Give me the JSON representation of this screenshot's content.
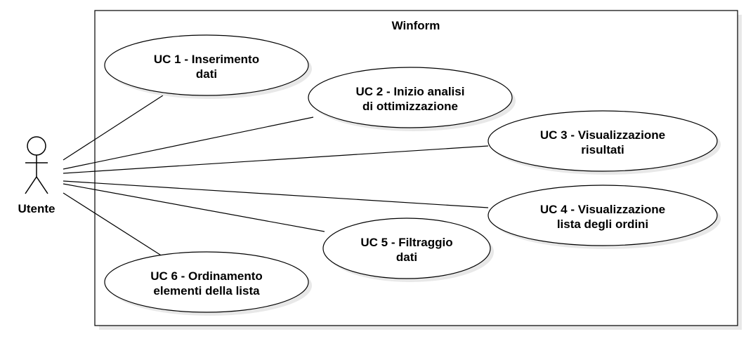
{
  "system": {
    "title": "Winform"
  },
  "actor": {
    "name": "Utente"
  },
  "use_cases": [
    {
      "id": "uc1",
      "lines": [
        "UC 1 - Inserimento",
        "dati"
      ]
    },
    {
      "id": "uc2",
      "lines": [
        "UC 2 - Inizio analisi",
        "di ottimizzazione"
      ]
    },
    {
      "id": "uc3",
      "lines": [
        "UC 3 - Visualizzazione",
        "risultati"
      ]
    },
    {
      "id": "uc4",
      "lines": [
        "UC 4 - Visualizzazione",
        "lista degli ordini"
      ]
    },
    {
      "id": "uc5",
      "lines": [
        "UC 5 - Filtraggio",
        "dati"
      ]
    },
    {
      "id": "uc6",
      "lines": [
        "UC 6 - Ordinamento",
        "elementi della lista"
      ]
    }
  ]
}
